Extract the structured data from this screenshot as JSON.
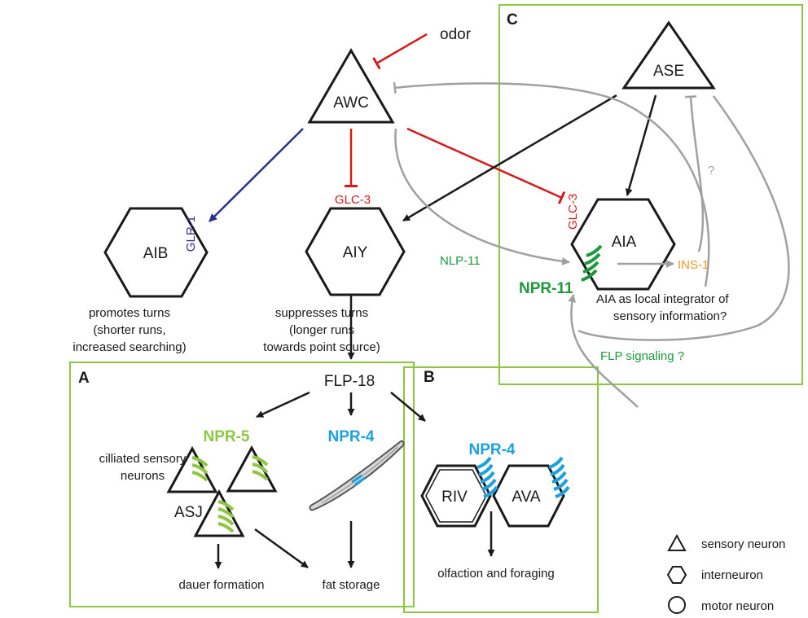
{
  "panels": {
    "a": "A",
    "b": "B",
    "c": "C"
  },
  "neurons": {
    "awc": "AWC",
    "ase": "ASE",
    "aib": "AIB",
    "aiy": "AIY",
    "aia": "AIA",
    "asj": "ASJ",
    "riv": "RIV",
    "ava": "AVA"
  },
  "signals": {
    "odor": "odor",
    "glr1": "GLR-1",
    "glc3_aiy": "GLC-3",
    "glc3_aia": "GLC-3",
    "nlp11": "NLP-11",
    "npr11": "NPR-11",
    "ins1": "INS-1",
    "question": "?",
    "flp18": "FLP-18",
    "npr5": "NPR-5",
    "npr4_a": "NPR-4",
    "npr4_b": "NPR-4",
    "flp_signaling": "FLP signaling ?"
  },
  "texts": {
    "aib_1": "promotes turns",
    "aib_2": "(shorter runs,",
    "aib_3": "increased searching)",
    "aiy_1": "suppresses turns",
    "aiy_2": "(longer runs",
    "aiy_3": "towards point source)",
    "aia_1": "AIA as local integrator of",
    "aia_2": "sensory information?",
    "cil_1": "cilliated sensory",
    "cil_2": "neurons",
    "dauer": "dauer formation",
    "fat": "fat storage",
    "olf": "olfaction and foraging"
  },
  "legend": [
    "sensory neuron",
    "interneuron",
    "motor neuron"
  ],
  "colors": {
    "red": "#d7191c",
    "navy": "#2b2f8f",
    "gray": "#a0a0a0",
    "green_dark": "#1a9a3c",
    "lime": "#8dc63f",
    "cyan": "#1ba1e2",
    "orange": "#f7941d",
    "box": "#8dc63f"
  }
}
